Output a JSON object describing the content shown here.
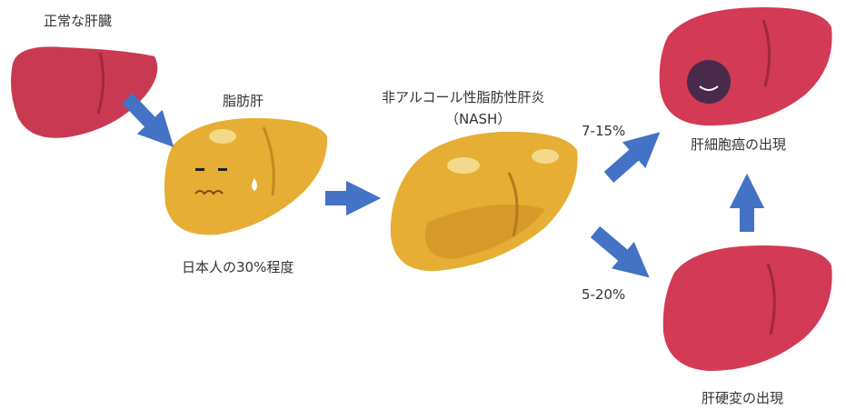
{
  "labels": {
    "normal_liver": "正常な肝臓",
    "fatty_liver": "脂肪肝",
    "fatty_prevalence": "日本人の30%程度",
    "nash_title": "非アルコール性脂肪性肝炎",
    "nash_abbr": "（NASH）",
    "hcc_rate": "7-15%",
    "cirrhosis_rate": "5-20%",
    "hcc": "肝細胞癌の出現",
    "cirrhosis": "肝硬変の出現"
  },
  "colors": {
    "arrow": "#4472c4",
    "normal_liver": "#c93a52",
    "fatty_liver": "#e6ae34",
    "diseased_liver": "#d23a55",
    "tumor": "#4a2a4a"
  }
}
